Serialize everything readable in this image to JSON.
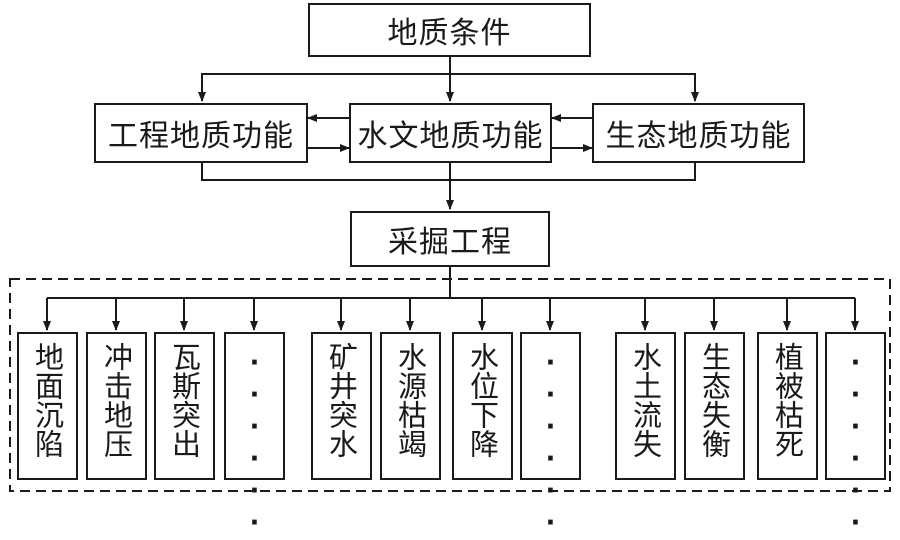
{
  "top": {
    "label": "地质条件"
  },
  "functions": [
    {
      "key": "engineering",
      "label": "工程地质功能"
    },
    {
      "key": "hydrology",
      "label": "水文地质功能"
    },
    {
      "key": "ecology",
      "label": "生态地质功能"
    }
  ],
  "mining": {
    "label": "采掘工程"
  },
  "impacts": {
    "engineering": [
      {
        "label": "地面沉陷"
      },
      {
        "label": "冲击地压"
      },
      {
        "label": "瓦斯突出"
      },
      {
        "label": "······"
      }
    ],
    "hydrology": [
      {
        "label": "矿井突水"
      },
      {
        "label": "水源枯竭"
      },
      {
        "label": "水位下降"
      },
      {
        "label": "······"
      }
    ],
    "ecology": [
      {
        "label": "水土流失"
      },
      {
        "label": "生态失衡"
      },
      {
        "label": "植被枯死"
      },
      {
        "label": "······"
      }
    ]
  }
}
